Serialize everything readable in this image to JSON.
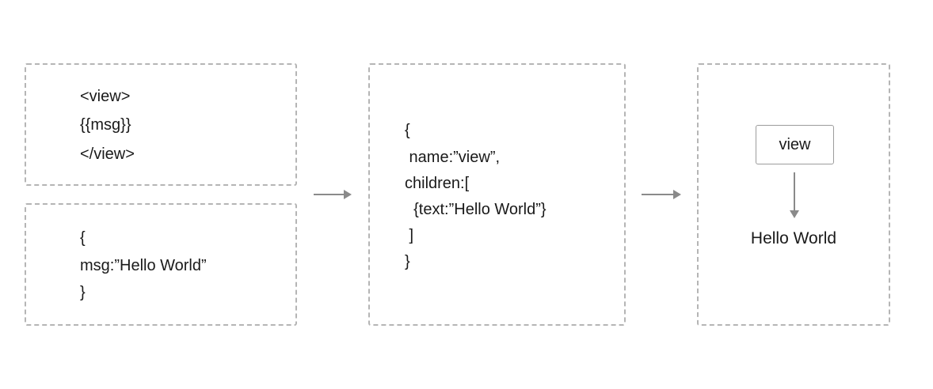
{
  "template_box": {
    "lines": [
      "<view>",
      "{{msg}}",
      "</view>"
    ]
  },
  "data_box": {
    "lines": [
      "{",
      "msg:”Hello World”",
      "}"
    ]
  },
  "vdom_box": {
    "lines": [
      "{",
      " name:”view”,",
      "children:[",
      "  {text:”Hello World”}",
      " ]",
      "}"
    ]
  },
  "render_box": {
    "node_label": "view",
    "text": "Hello World"
  },
  "colors": {
    "border": "#b5b5b5",
    "arrow": "#8a8a8a",
    "text": "#1a1a1a"
  }
}
